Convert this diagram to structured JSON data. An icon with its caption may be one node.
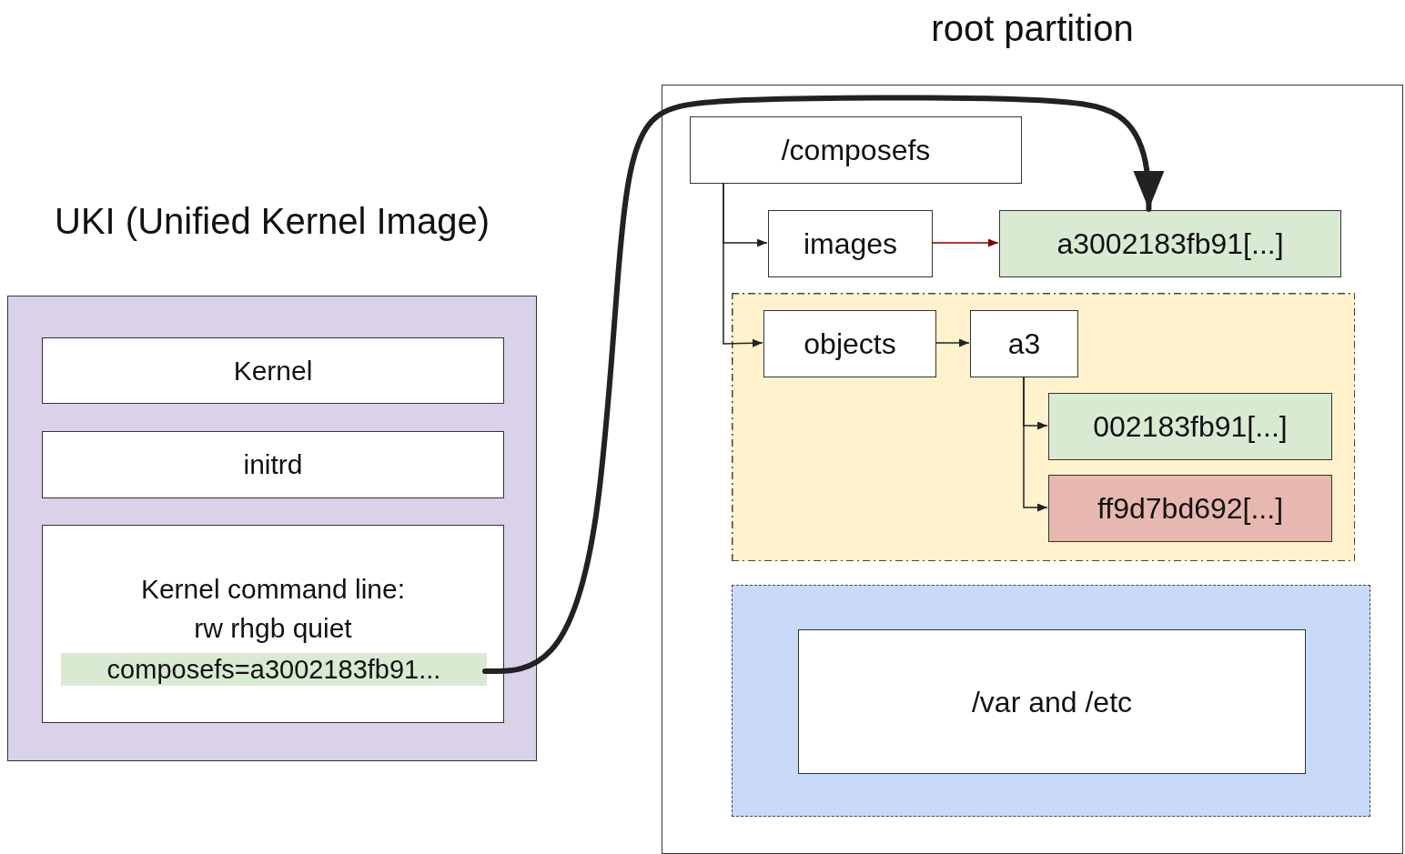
{
  "diagram": {
    "nodes": [
      {
        "text": [
          "UKI (Unified Kernel Image)"
        ]
      },
      {
        "text": [
          "Kernel"
        ],
        "in": 0
      },
      {
        "text": [
          "initrd"
        ],
        "in": 0
      },
      {
        "text": [
          "Kernel command line: rw rhgb quiet"
        ],
        "in": 0
      },
      {
        "text": [
          "composefs=a3002183fb91..."
        ],
        "in": 3
      },
      {
        "text": [
          "root partition"
        ]
      },
      {
        "text": [
          "/composefs"
        ],
        "in": 5
      },
      {
        "text": [
          "images"
        ],
        "in": 5
      },
      {
        "text": [
          "a3002183fb91[...]"
        ],
        "in": 5
      },
      {
        "text": [],
        "shape": "box",
        "in": 5
      },
      {
        "text": [
          "objects"
        ],
        "in": 9
      },
      {
        "text": [
          "a3"
        ],
        "in": 9
      },
      {
        "text": [
          "002183fb91[...]"
        ],
        "in": 9
      },
      {
        "text": [
          "ff9d7bd692[...]"
        ],
        "in": 9
      },
      {
        "text": [],
        "shape": "box",
        "in": 5
      },
      {
        "text": [
          "/var and /etc"
        ],
        "in": 14
      }
    ],
    "edges": [
      {
        "from": 6,
        "to": 7,
        "arrow": "to"
      },
      {
        "from": 6,
        "to": 10,
        "arrow": "to"
      },
      {
        "from": 7,
        "to": 8,
        "arrow": "to",
        "color": "#7f0000"
      },
      {
        "from": 10,
        "to": 11,
        "arrow": "to"
      },
      {
        "from": 11,
        "to": 12,
        "arrow": "to"
      },
      {
        "from": 11,
        "to": 13,
        "arrow": "to"
      },
      {
        "from": 4,
        "to": 8,
        "arrow": "to",
        "style": "thick"
      }
    ]
  }
}
